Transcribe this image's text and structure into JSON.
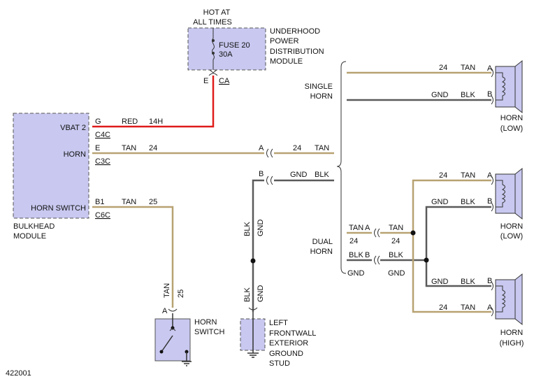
{
  "colors": {
    "red": "#e01b1b",
    "tan": "#b8a272",
    "black": "#5a5a5a",
    "module_fill": "#c8c8f0",
    "module_border": "#555555"
  },
  "fuse_block": {
    "hot_line1": "HOT AT",
    "hot_line2": "ALL TIMES",
    "fuse_label": "FUSE 20",
    "fuse_rating": "30A",
    "name_line1": "UNDERHOOD",
    "name_line2": "POWER",
    "name_line3": "DISTRIBUTION",
    "name_line4": "MODULE",
    "pin": "E",
    "connector": "CA"
  },
  "bulkhead": {
    "name_line1": "BULKHEAD",
    "name_line2": "MODULE",
    "pins": [
      {
        "label": "VBAT 2",
        "pin": "G",
        "connector": "C4C",
        "color": "RED",
        "circuit": "14H"
      },
      {
        "label": "HORN",
        "pin": "E",
        "connector": "C3C",
        "color": "TAN",
        "circuit": "24"
      },
      {
        "label": "HORN SWITCH",
        "pin": "B1",
        "connector": "C6C",
        "color": "TAN",
        "circuit": "25"
      }
    ]
  },
  "horn_connector": {
    "pin_a": "A",
    "a_circuit": "24",
    "a_color": "TAN",
    "pin_b": "B",
    "b_circuit": "GND",
    "b_color": "BLK"
  },
  "horn_switch": {
    "pin": "A",
    "wire_color": "TAN",
    "wire_circuit": "25",
    "name_line1": "HORN",
    "name_line2": "SWITCH"
  },
  "ground": {
    "wire_color": "BLK",
    "wire_circuit": "GND",
    "name_line1": "LEFT",
    "name_line2": "FRONTWALL",
    "name_line3": "EXTERIOR",
    "name_line4": "GROUND",
    "name_line5": "STUD"
  },
  "single_horn": {
    "label_line1": "SINGLE",
    "label_line2": "HORN",
    "wire_a_circuit": "24",
    "wire_a_color": "TAN",
    "wire_b_circuit": "GND",
    "wire_b_color": "BLK",
    "pin_a": "A",
    "pin_b": "B",
    "horn_name": "HORN",
    "horn_type": "(LOW)"
  },
  "dual_horn": {
    "label_line1": "DUAL",
    "label_line2": "HORN",
    "splice_tan_left": "TAN",
    "splice_tan_right": "TAN",
    "splice_tan_circuit": "24",
    "splice_a": "A",
    "splice_blk_left": "BLK",
    "splice_blk_right": "BLK",
    "splice_b": "B",
    "splice_gnd_left": "GND",
    "splice_gnd_right": "GND",
    "low": {
      "a_circuit": "24",
      "a_color": "TAN",
      "b_circuit": "GND",
      "b_color": "BLK",
      "pin_a": "A",
      "pin_b": "B",
      "horn_name": "HORN",
      "horn_type": "(LOW)"
    },
    "high": {
      "a_circuit": "24",
      "a_color": "TAN",
      "b_circuit": "GND",
      "b_color": "BLK",
      "pin_a": "A",
      "pin_b": "B",
      "horn_name": "HORN",
      "horn_type": "(HIGH)"
    }
  },
  "figure_id": "422001"
}
